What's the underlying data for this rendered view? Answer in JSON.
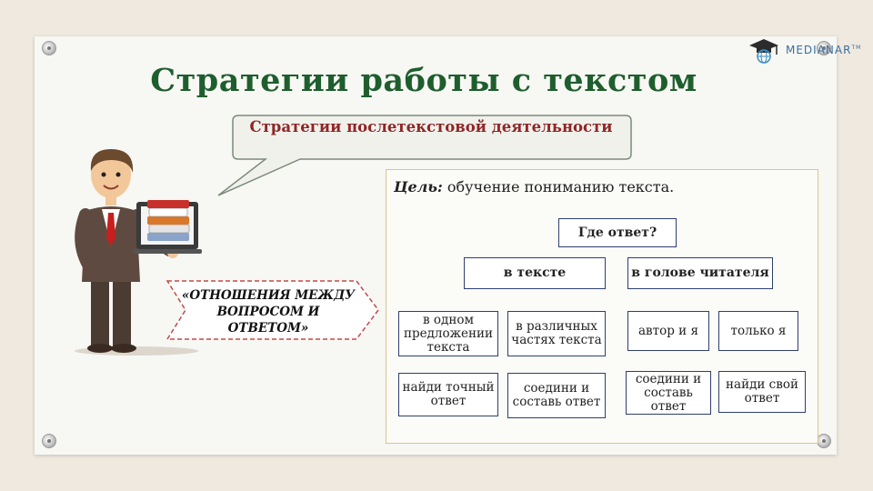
{
  "slide": {
    "title": "Стратегии работы с текстом",
    "subtitle": "Стратегии  послетекстовой деятельности",
    "goal_label": "Цель:",
    "goal_text": " обучение пониманию текста.",
    "ribbon": "«ОТНОШЕНИЯ МЕЖДУ ВОПРОСОМ И ОТВЕТОМ»"
  },
  "logo": {
    "text": "MEDIANAR",
    "tm": "TM"
  },
  "diagram": {
    "root": "Где ответ?",
    "branch_left": "в тексте",
    "branch_right": "в голове читателя",
    "leaf_1": "в одном предложении текста",
    "leaf_2": "в различных частях текста",
    "leaf_3": "автор и я",
    "leaf_4": "только я",
    "action_1": "найди точный ответ",
    "action_2": "соедини и составь ответ",
    "action_3": "соедини и составь ответ",
    "action_4": "найди свой ответ"
  },
  "colors": {
    "title": "#1e5e2e",
    "subtitle": "#8f2626",
    "node_border": "#2f3f6f",
    "arrow": "#8f2626",
    "goal_border": "#e0c48a"
  },
  "icons": [
    "pin-icon",
    "teacher-illustration",
    "books-icon",
    "graduation-cap-icon",
    "globe-icon"
  ]
}
